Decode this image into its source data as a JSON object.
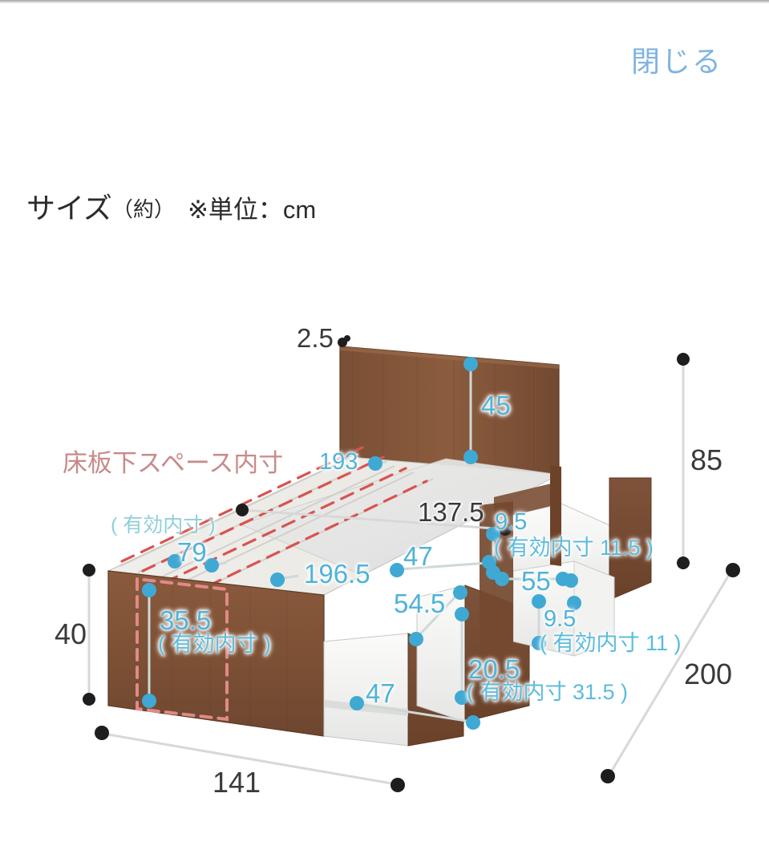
{
  "header": {
    "close_label": "閉じる"
  },
  "title": {
    "main": "サイズ",
    "approx": "（約）",
    "unit": "※単位：cm"
  },
  "annotations": {
    "underboard_space_label": "床板下スペース内寸",
    "effective_inner_left": "( 有効内寸 )",
    "effective_inner_mid": "( 有効内寸 )"
  },
  "dimensions": {
    "headboard_thickness": "2.5",
    "headboard_height": "45",
    "total_height": "85",
    "frame_height": "40",
    "total_width": "141",
    "total_length": "200",
    "inner_width": "137.5",
    "inner_length": "196.5",
    "slat_length": "193",
    "underboard_width": "79",
    "underboard_height": "35.5",
    "drawer_top_depth": "47",
    "drawer_side_depth": "54.5",
    "drawer_bottom_depth": "47",
    "drawer_gap_a": "9.5",
    "drawer_effective_a": "( 有効内寸 11.5 )",
    "drawer_width_55": "55",
    "drawer_gap_b": "9.5",
    "drawer_effective_b": "( 有効内寸 11 )",
    "drawer_height_205": "20.5",
    "drawer_effective_c": "( 有効内寸 31.5 )"
  },
  "colors": {
    "close_link": "#7fb4e0",
    "blue_dimension": "#4fb3d9",
    "red_dashed": "#d9534f",
    "black_dimension": "#3a3a3a",
    "wood_dark": "#7b4f36",
    "wood_mid": "#8d5c3f",
    "panel_white": "#f4f4f2",
    "background": "#ffffff"
  }
}
